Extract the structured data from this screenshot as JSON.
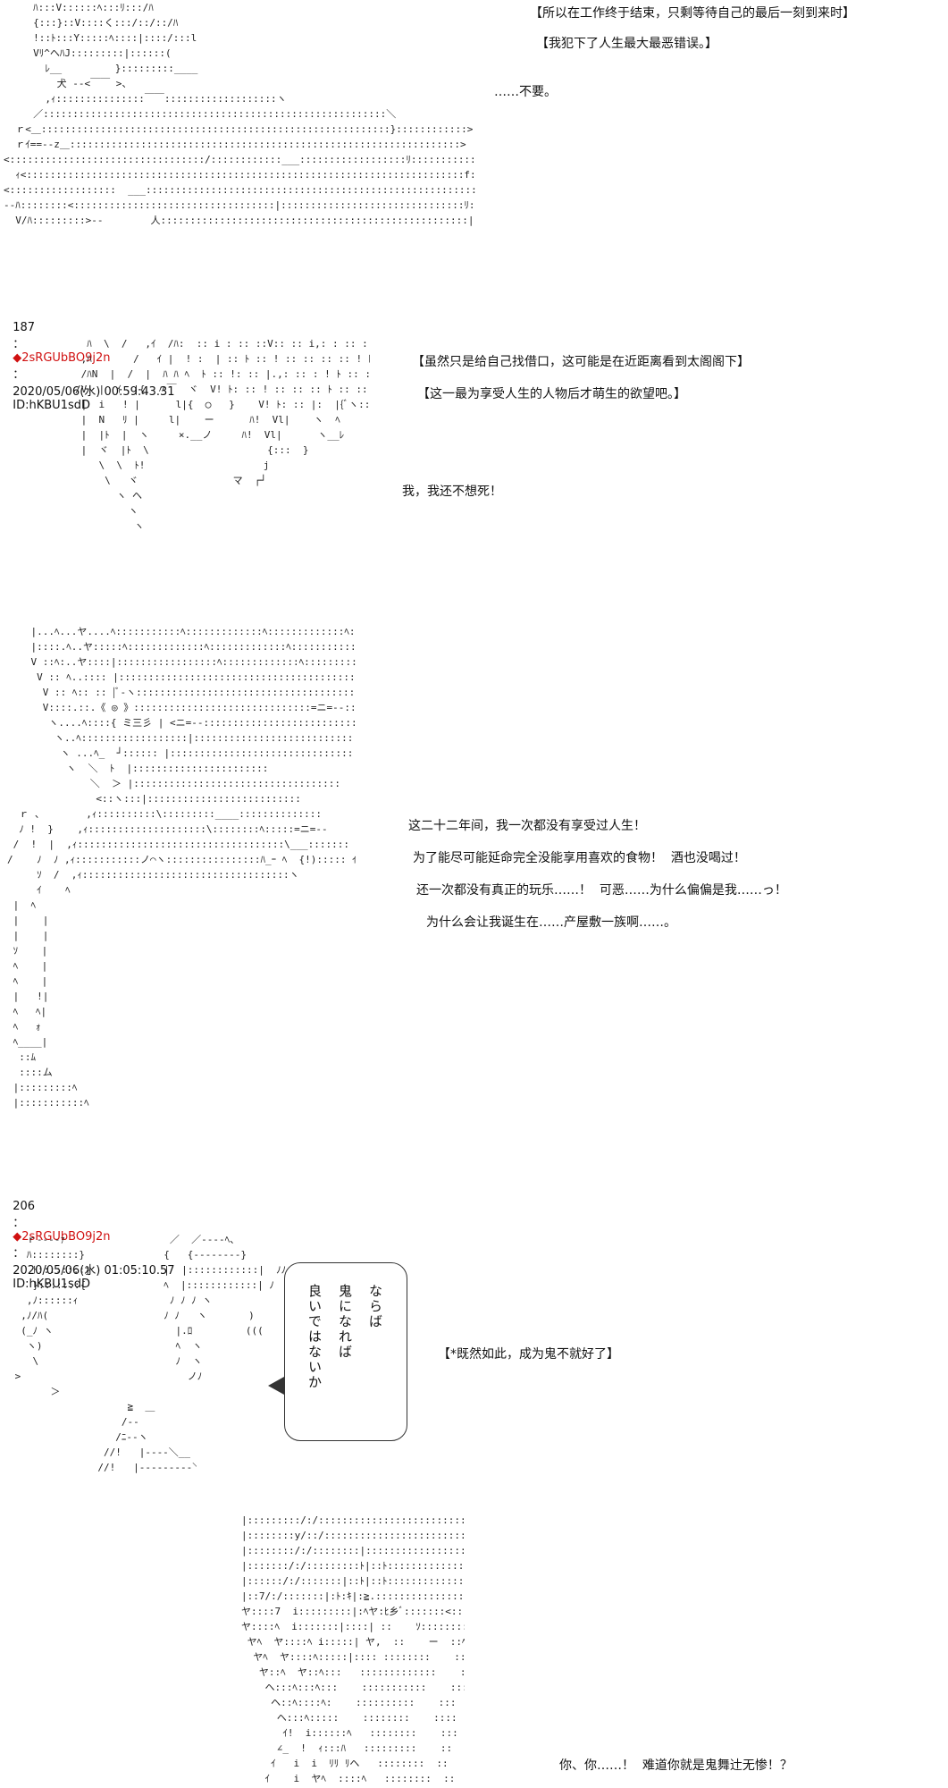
{
  "posts": [
    {
      "header": {
        "number": "187",
        "separator": "：",
        "trip": "2sRGUbBO9j2n",
        "sep2": "：",
        "datetime": "2020/05/06(水) 00:59:43.31",
        "id": "ID:hKBU1sdD"
      }
    },
    {
      "header": {
        "number": "206",
        "separator": "：",
        "trip": "2sRGUbBO9j2n",
        "sep2": "：",
        "datetime": "2020/05/06(水) 01:05:10.57",
        "id": "ID:hKBU1sdD"
      }
    }
  ],
  "lines": {
    "top_1": "【所以在工作终于结束，只剩等待自己的最后一刻到来时】",
    "top_2": "【我犯下了人生最大最恶错误。】",
    "top_3": "……不要。",
    "p1_1": "【虽然只是给自己找借口，这可能是在近距离看到太阁阁下】",
    "p1_2": "【这一最为享受人生的人物后才萌生的欲望吧。】",
    "p1_3": "我，我还不想死！",
    "p1_4": "这二十二年间，我一次都没有享受过人生！",
    "p1_5": "为了能尽可能延命完全没能享用喜欢的食物！  酒也没喝过！",
    "p1_6": "还一次都没有真正的玩乐……！  可恶……为什么偏偏是我……っ！",
    "p1_7": "为什么会让我诞生在……产屋敷一族啊……。",
    "p2_bubble_1": "ならば",
    "p2_bubble_2": "鬼になれば",
    "p2_bubble_3": "良いではないか",
    "p2_1": "【*既然如此，成为鬼不就好了】",
    "p2_2": "你、你……！  难道你就是鬼舞辻无惨！？"
  },
  "art": {
    "a1": "     ﾊ:::V::::::ﾍ:::ﾘ:::/ﾊ\n     {:::}::V::::く:::/::/::/ﾊ\n     !::ﾄ:::Y:::::ﾍ::::|::::/:::l\n     Vﾘ^ヘﾊJ:::::::::|::::::(\n       ﾚ__         }:::::::::____\n         犬 ‐‐<￣￣ >、\n       ,ｨ:::::::::::::::￣￣:::::::::::::::::::ヽ\n     ／::::::::::::::::::::::::::::::::::::::::::::::::::::::::::＼\n  ｒ<＿:::::::::::::::::::::::::::::::::::::::::::::::::::::::::::}::::::::::::>\n  ｒｲ==‐-z＿::::::::::::::::::::::::::::::::::::::::::::::::::::::::::::::::::>\n<:::::::::::::::::::::::::::::::::/::::::::::::___::::::::::::::::::ﾘ::::::::::::::::::::::>-\n  ｨ<::::::::::::::::::::::::::::::::::::::::::::::::::::::::::::::::::::::::::f::::::::<-\n<::::::::::::::::::  ___:::::::::::::::::::::::::::::::::::::::::::::::::::::::::::::::::::::\n‐‐ﾊ::::::::<::::::::::::::::::::::::::::::::::|:::::::::::::::::::::::::::::::ﾘ::::::::::::\n  V/ﾊ:::::::::>‐‐        人::::::::::::::::::::::::::::::::::::::::::::::::::::|",
    "a2": "  ﾊ  \\  /   ,ｲ  /ﾊ:  :: i : :: ::V:: :: i,: : :: : : :: :V:::\n ,ﾊ       /   ｲ |  ! :  | :: ﾄ :: ! :: :: :: :: ! ﾄ :: :: :: :: V\n /ﾊN  |  /  |  ﾊ ﾊ ﾍ  ﾄ :: !: :: |.,: :: : ! ﾄ :: :: :: :: ::ヽ\n/V! |  ｲ  |{  〃￣  ヾ  V! ﾄ: :: ! :: :: :: ﾄ :: :: :: :: \\\n |  i   ! |      l|{  ◯   }    V! ﾄ: :: |:  |{ﾞヽ::::::: ﾍ\n |  N   ﾘ |     l|    ー      ﾊ!  Vl|    ヽ  ﾍ\n |  |ﾄ  |  ヽ     ×.__ノ     ﾊ!  Vl|      ヽ__ﾚ\n |  ヾ  |ﾄ  \\                    {:::  }\n    \\  \\  ﾄ!                    j\n     \\   ヾ                マ  ┌┘\n       ヽ ヘ\n         ヽ\n          ヽ",
    "a3": "    |...ﾍ...ヤ....ﾍ:::::::::::ﾍ:::::::::::::ﾍ:::::::::::::ﾍ::::::::ﾄ:::ﾍ\n    |::::.ﾍ..ヤ:::::ﾍ:::::::::::::ﾍ:::::::::::::ﾍ::::::::::::ﾍ:::::::::ﾍ\n    V ::ﾍ:..ヤ::::|:::::::::::::::::ﾍ:::::::::::::ﾍ::::::::::::::::::::::::ﾍ\n     V :: ﾍ..:::: |:::::::::::::::::::::::::::::::::::::::::::::::ﾍ:::::::::::ﾍ\n      V :: ﾍ:: :: |ﾞ‐ヽ:::::::::::::::::::::::::::::::::::::::::::: ﾍ::::ﾍ\n      V::::.::.《 ◎ 》::::::::::::::::::::::::::::::=ニ=‐-::::::ﾍ\n       ヽ....ﾍ::::{ ミ三彡 | <ニ=‐-::::::::::::::::::::::::::::::::\n        ヽ..ﾍ::::::::::::::::::|:::::::::::::::::::::::::::::::::::\n         ヽ ...ﾍ_  ┘:::::: |::::::::::::::::::::::::::::::::::::::\n          ヽ  ＼  ﾄ  |:::::::::::::::::::::::\n              ＼  ＞ |:::::::::::::::::::::::::::::::::::\n               <::ヽ:::|::::::::::::::::::::::::::\n  ｒ 、       ,ｨ::::::::::\\:::::::::____::::::::::::::\n  ﾉ !  }    ,ｨ::::::::::::::::::::\\::::::::ﾍ:::::=ニ=‐-\n /  !  |  ,ｨ:::::::::::::::::::::::::::::::::::\\___::::::: }\n/    ﾉ  ﾉ ,ｨ:::::::::::ノ⌒ヽ::::::::::::::::ﾊ_ｰ ﾍ  {!)::::: ｲﾉ\n     ｿ  /  ,ｨ:::::::::::::::::::::::::::::::::::ヽ\n     ｲ    ﾍ\n |  ﾍ\n |    |\n |    |\n ｿ    |\n ﾍ    |\n ﾍ    |\n |   !|\n ﾍ   ﾍ|\n ﾍ   ｫ\n ﾍ____|\n  ::ﾑ\n  ::::ム\n |:::::::::ﾍ\n |:::::::::::ﾍ",
    "a4": "   ｒ‐‐‐‐ｧ\n   ﾊ::::::::}\n    ﾄ::::::::}\n    }:::::::{\n   ,ﾉ::::::ｨ\n  ,ﾉ/ﾊ(\n  (_ﾉ ヽ\n   ヽ)\n    \\\n >\n       ＞\n                    ≧  ＿\n                   /‐‐\n                  /ﾆ‐‐ヽ\n                //!   |‐‐‐‐＼__\n               //!   |‐‐‐‐‐‐‐‐‐＼",
    "a5": "   ／  ／‐‐‐‐ﾍ、\n  {   {‐‐‐‐‐‐‐‐}\n  |  |::::::::::::|  ﾉﾉ\n  ﾍ  |::::::::::::| ﾉ\n   ﾉ ﾉ ﾉ ヽ\n  ﾉ ﾉ   ヽ       )\n    |.ﾛ         (((\n    ﾍ  ヽ\n    ﾉ  ヽ\n      ノﾉ",
    "a6": "|:::::::::/:/:::::::::::::::::::::::::::::j:|:::::\n|::::::::y/::/:::::::::::::::::::::::::::::ﾄ|::::::\n|::::::::/:/::::::::|:::::::::::::::::::::ﾄ|::::::\n|:::::::/:/:::::::::ﾄ|::ﾄ::::::::::::::::::ﾍﾍ::::\n|::::::/:/:::::::|::ﾄ|::ﾄ::::::::::::::::::::ﾍﾍ\n|::7/:/:::::::|:ﾄ:ｷ|:≧.::::::::::::::::::::ﾍﾍ\nヤ::::7  i:::::::::|:ﾍヤ:ﾋ乡ﾞ:::::::<::::::::ﾍ\nヤ::::ﾍ  i:::::::|::::| ::    ｿ:::::::::::::ﾍ:::::\n ヤﾍ  ヤ::::ﾍ i:::::| ヤ,  ::    ー  ::ﾍ:::::\n  ヤﾍ  ヤ::::ﾍ:::::|:::: ::::::::    :::::::ﾍ::\n   ヤ::ﾍ  ヤ::ﾍ:::   :::::::::::::    ::::::\n    ヘ:::ﾍ:::ﾍ:::    :::::::::::    :::\n     ヘ::ﾍ::::ﾍ:    ::::::::::    :::\n      ヘ:::ﾍ:::::    ::::::::    ::::\n       ｲ!  i::::::ﾍ   ::::::::    :::\n      ∠_  !  ｨ:::ﾊ   :::::::::    ::\n     ｲ   i  i  ﾘﾘ ﾘヘ   ::::::::  ::\n    ｲ    i  ヤﾍ  ::::ﾍ   ::::::::  ::"
  }
}
